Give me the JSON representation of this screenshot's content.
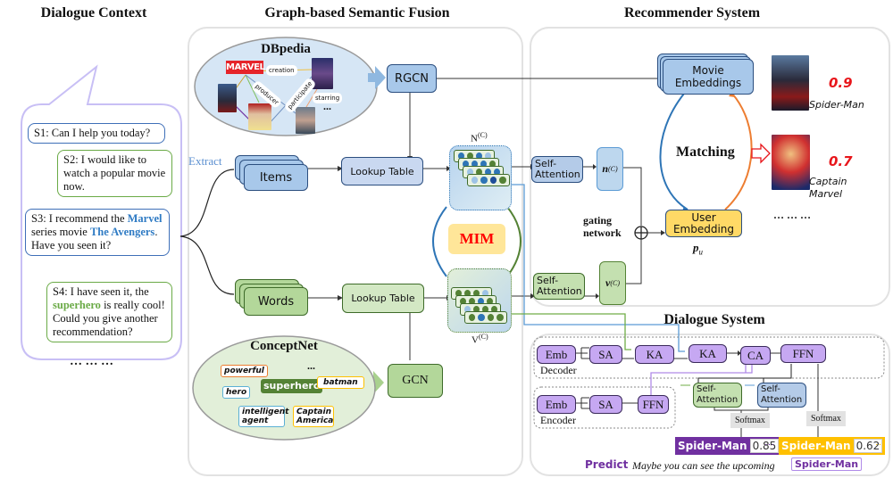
{
  "titles": {
    "dialogue_context": "Dialogue Context",
    "semantic_fusion": "Graph-based Semantic Fusion",
    "recommender": "Recommender System",
    "dialogue_system": "Dialogue System"
  },
  "dialogue": {
    "s1": "S1: Can I help you today?",
    "s2": "S2: I would like to watch a popular movie now.",
    "s3_pre": "S3: I recommend the ",
    "s3_h1": "Marvel",
    "s3_mid": " series movie ",
    "s3_h2": "The Avengers",
    "s3_post": ". Have you seen it?",
    "s4_pre": "S4: I have seen it, the ",
    "s4_h": "superhero",
    "s4_post": " is really cool! Could you give another recommendation?",
    "ellipsis": "… … …"
  },
  "fusion": {
    "dbpedia": "DBpedia",
    "marvel_logo": "MARVEL",
    "relations": [
      "creation",
      "producer",
      "participate",
      "starring"
    ],
    "db_ellipsis": "...",
    "rgcn": "RGCN",
    "extract": "Extract",
    "items": "Items",
    "words": "Words",
    "lookup_table": "Lookup Table",
    "n_label": "N",
    "v_label": "V",
    "superscript": "(C)",
    "mim": "MIM",
    "conceptnet": "ConceptNet",
    "concepts": [
      "powerful",
      "hero",
      "superhero",
      "batman",
      "intelligent agent",
      "Captain America"
    ],
    "cn_ellipsis": "...",
    "gcn": "GCN"
  },
  "recommender": {
    "movie_embeddings": "Movie Embeddings",
    "self_attention": "Self-Attention",
    "n_vec": "n",
    "v_vec": "v",
    "sup": "(C)",
    "gating": "gating network",
    "matching": "Matching",
    "user_embedding": "User Embedding",
    "pu": "p",
    "pu_sub": "u",
    "results": [
      {
        "name": "Spider-Man",
        "score": "0.9"
      },
      {
        "name": "Captain Marvel",
        "score": "0.7"
      }
    ],
    "ellipsis": "… … …"
  },
  "dialogue_system": {
    "decoder_label": "Decoder",
    "encoder_label": "Encoder",
    "decoder_blocks": [
      "Emb",
      "SA",
      "KA",
      "KA",
      "CA",
      "FFN"
    ],
    "encoder_blocks": [
      "Emb",
      "SA",
      "FFN"
    ],
    "self_attention": "Self-Attention",
    "softmax": "Softmax",
    "pred1": {
      "word": "Spider-Man",
      "score": "0.85",
      "color": "#7030a0"
    },
    "pred2": {
      "word": "Spider-Man",
      "score": "0.62",
      "color": "#ffc000"
    },
    "pred_ellipsis": "···",
    "predict_label": "Predict",
    "predict_sentence": "Maybe you can see the upcoming",
    "predict_word": "Spider-Man"
  },
  "colors": {
    "item_blue": "#a8c8ea",
    "word_green": "#b3d79a",
    "mim_bg": "#ffe699",
    "mim_text": "#ff0000",
    "user_emb": "#ffd966",
    "purple": "#c6a8f2",
    "score_red": "#e8161b"
  }
}
